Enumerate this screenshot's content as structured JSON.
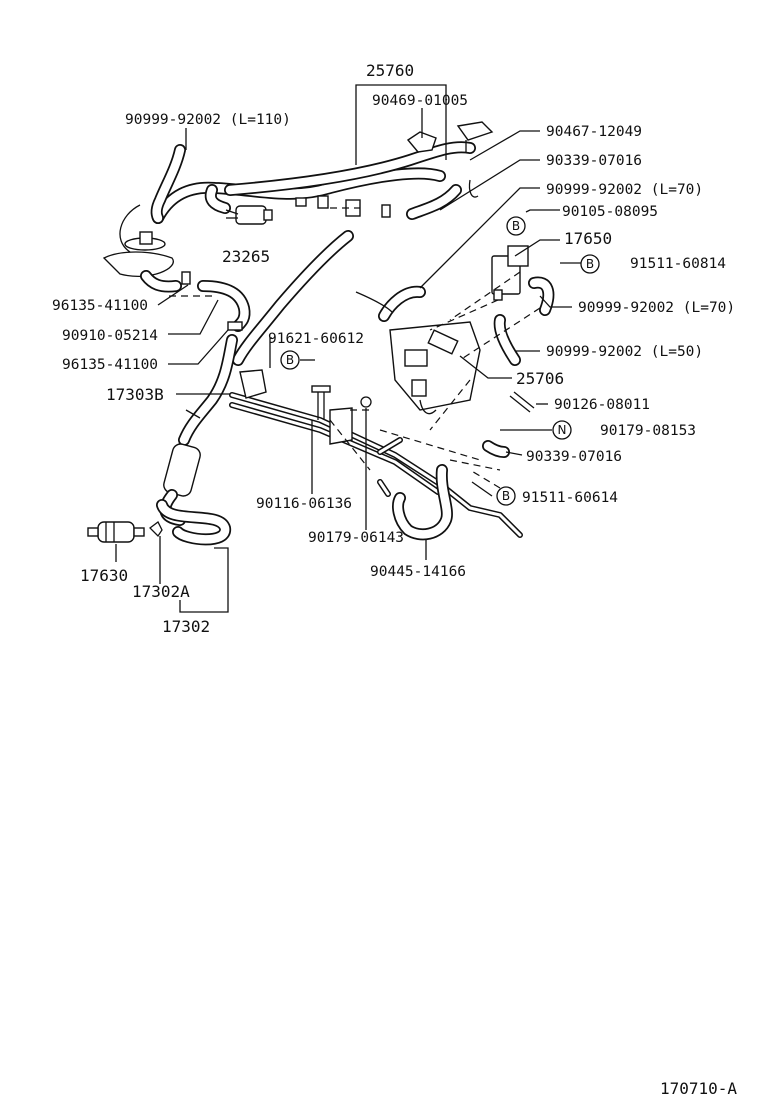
{
  "assembly_numbers": {
    "n25760": "25760",
    "n17650": "17650",
    "n25706": "25706",
    "n17303b": "17303B",
    "n23265": "23265",
    "n17630": "17630",
    "n17302a": "17302A",
    "n17302": "17302"
  },
  "part_labels": {
    "p90469_01005": "90469-01005",
    "p90999_92002_l110": "90999-92002 (L=110)",
    "p90467_12049": "90467-12049",
    "p90339_07016_top": "90339-07016",
    "p90999_92002_l70_a": "90999-92002 (L=70)",
    "p90105_08095": "90105-08095",
    "p91511_60814": "91511-60814",
    "p90999_92002_l70_b": "90999-92002 (L=70)",
    "p90999_92002_l50": "90999-92002 (L=50)",
    "p96135_41100_a": "96135-41100",
    "p90910_05214": "90910-05214",
    "p96135_41100_b": "96135-41100",
    "p91621_60612": "91621-60612",
    "p90126_08011": "90126-08011",
    "p90179_08153": "90179-08153",
    "p90339_07016_bottom": "90339-07016",
    "p91511_60614": "91511-60614",
    "p90116_06136": "90116-06136",
    "p90179_06143": "90179-06143",
    "p90445_14166": "90445-14166"
  },
  "circle_markers": {
    "b": "B",
    "n": "N"
  },
  "figure_code": "170710-A"
}
